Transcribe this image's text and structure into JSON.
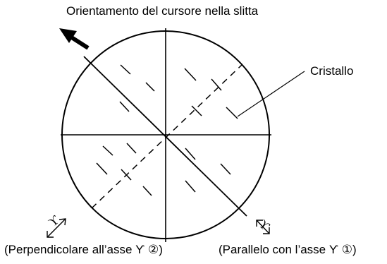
{
  "title": "Orientamento del cursore nella slitta",
  "crystal_label": "Cristallo",
  "left_label": "(Perpendicolare all’asse ϒ ②)",
  "right_label": "(Parallelo con l’asse ϒ ①)",
  "gamma_symbol": "ϒ",
  "colors": {
    "ink": "#000000",
    "background": "#ffffff"
  }
}
